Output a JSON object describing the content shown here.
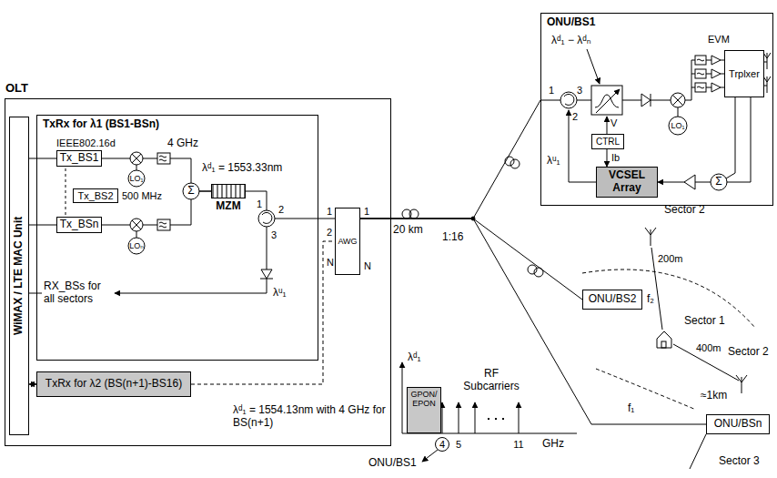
{
  "diagram": {
    "nodes": [
      {
        "text": [
          "OLT"
        ]
      },
      {
        "text": [
          "WiMAX / LTE MAC Unit"
        ],
        "in": 0
      },
      {
        "text": [
          "TxRx for λ1 (BS1-BSn)"
        ],
        "in": 0
      },
      {
        "text": [
          "Tx_BS1"
        ],
        "in": 2
      },
      {
        "text": [
          "Tx_BS2"
        ],
        "in": 2
      },
      {
        "text": [
          "Tx_BSn"
        ],
        "in": 2
      },
      {
        "text": [
          "MZM"
        ],
        "in": 2
      },
      {
        "text": [
          "TxRx for λ2 (BS(n+1)-BS16)"
        ],
        "in": 0
      },
      {
        "text": [
          "AWG"
        ],
        "in": 0
      },
      {
        "text": [
          "ONU/BS1"
        ]
      },
      {
        "text": [
          "CTRL"
        ],
        "in": 9
      },
      {
        "text": [
          "VCSEL Array"
        ],
        "in": 9
      },
      {
        "text": [
          "Trplxer"
        ],
        "in": 9
      },
      {
        "text": [
          "ONU/BS2"
        ]
      },
      {
        "text": [
          "ONU/BSn"
        ]
      },
      {
        "text": [
          "GPON/ EPON"
        ]
      }
    ],
    "edges": [
      {
        "from": 3,
        "to": 6,
        "arrow": "none"
      },
      {
        "from": 5,
        "to": 6,
        "arrow": "none"
      },
      {
        "from": 6,
        "to": 8,
        "arrow": "none"
      },
      {
        "from": 7,
        "to": 8,
        "arrow": "none"
      },
      {
        "from": 8,
        "to": 9,
        "arrow": "none"
      },
      {
        "from": 8,
        "to": 13,
        "arrow": "none"
      },
      {
        "from": 8,
        "to": 14,
        "arrow": "none"
      },
      {
        "from": 10,
        "to": 11,
        "label": "Ib",
        "arrow": "to"
      },
      {
        "from": 12,
        "to": 11,
        "arrow": "to"
      },
      {
        "from": 1,
        "to": 3,
        "arrow": "none"
      },
      {
        "from": 1,
        "to": 5,
        "arrow": "none"
      },
      {
        "from": 1,
        "to": 7,
        "arrow": "both"
      }
    ],
    "labels": [
      "IEEE802.16d",
      "4 GHz",
      "500 MHz",
      "LO₁",
      "LOₙ",
      "Σ",
      "λᵈ₁ = 1553.33nm",
      "1",
      "2",
      "3",
      "RX_BSs for all sectors",
      "λᵘ₁",
      "1",
      "2",
      "N",
      "1",
      "N",
      "λᵈ₁ = 1554.13nm with 4 GHz for BS(n+1)",
      "20 km",
      "1:16",
      "λᵈ₁",
      "RF Subcarriers",
      "4",
      "5",
      "11",
      "GHz",
      "ONU/BS1",
      "λᵈ₁ − λᵈₙ",
      "1",
      "3",
      "2",
      "V",
      "λᵘ₁",
      "LO₁",
      "EVM",
      "Σ",
      "Sector 2",
      "f₂",
      "200m",
      "Sector 1",
      "400m",
      "Sector 2",
      "≈1km",
      "f₁",
      "Sector 3"
    ]
  }
}
